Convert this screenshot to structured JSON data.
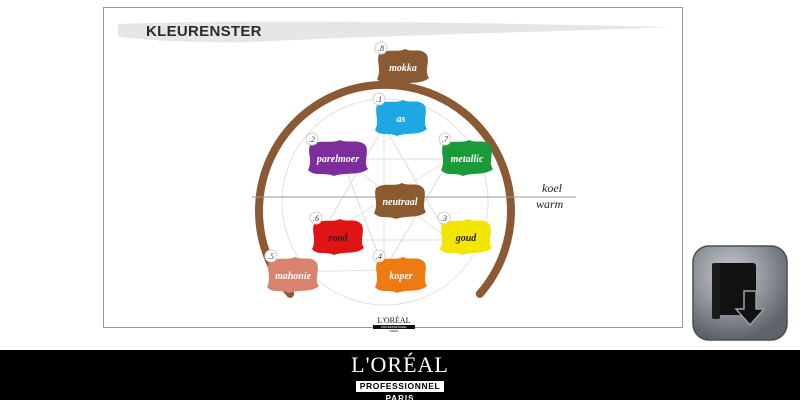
{
  "slide": {
    "title": "KLEURENSTER",
    "axis_top": "koel",
    "axis_bottom": "warm",
    "logo": {
      "name": "L'ORÉAL",
      "sub": "PROFESSIONNEL",
      "city": "PARIS"
    },
    "swatches": [
      {
        "key": "mokka",
        "num": ".8",
        "label": "mokka",
        "color": "#8a5a34"
      },
      {
        "key": "as",
        "num": ".1",
        "label": "as",
        "color": "#1ea7e2"
      },
      {
        "key": "parelmoer",
        "num": ".2",
        "label": "parelmoer",
        "color": "#7d2e9c"
      },
      {
        "key": "metallic",
        "num": ".7",
        "label": "metallic",
        "color": "#1b9a3a"
      },
      {
        "key": "neutraal",
        "num": "",
        "label": "neutraal",
        "color": "#8b5b30"
      },
      {
        "key": "rood",
        "num": ".6",
        "label": "rood",
        "color": "#e01414"
      },
      {
        "key": "goud",
        "num": ".3",
        "label": "goud",
        "color": "#f2e600"
      },
      {
        "key": "mahonie",
        "num": ".5",
        "label": "mahonie",
        "color": "#d9826e"
      },
      {
        "key": "koper",
        "num": ".4",
        "label": "koper",
        "color": "#ee7a12"
      }
    ]
  },
  "footer": {
    "brand": "L'ORÉAL",
    "sub": "PROFESSIONNEL",
    "city": "PARIS"
  },
  "download": {
    "icon": "download-book-icon"
  },
  "colors": {
    "ring": "#8a5a34",
    "footer": "#000000",
    "button": "#8a8f96"
  }
}
